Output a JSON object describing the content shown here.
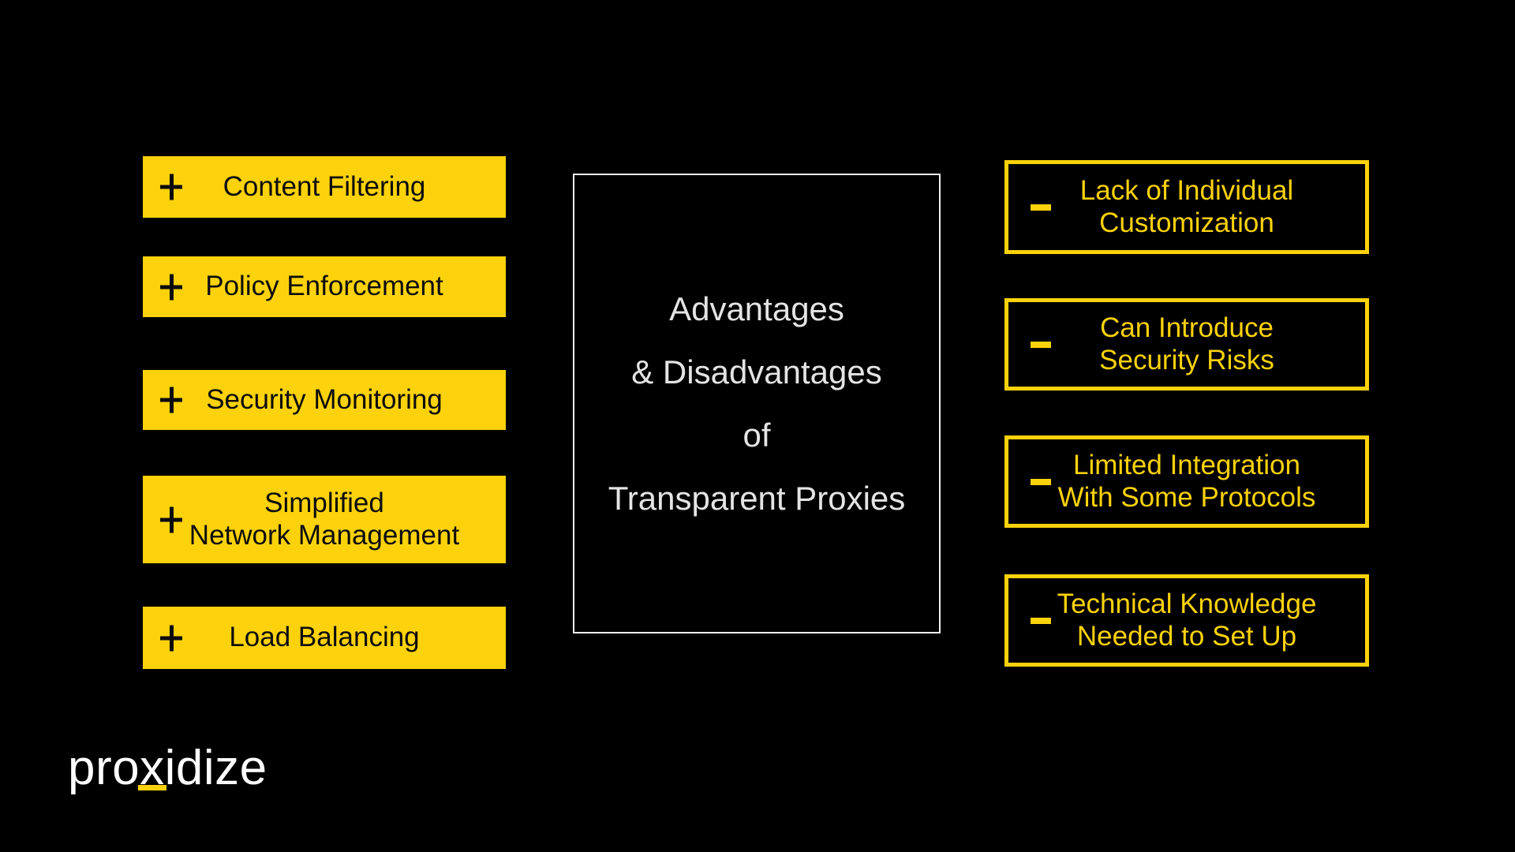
{
  "colors": {
    "background": "#000000",
    "accent_yellow": "#FBD20B",
    "box_text_dark": "#0C0C0C",
    "center_text": "#E4E4E4",
    "center_border": "#F1F1F1",
    "logo_text": "#FFFFFF"
  },
  "center_panel": {
    "lines": [
      "Advantages",
      "& Disadvantages",
      "of",
      "Transparent Proxies"
    ]
  },
  "advantages": [
    {
      "icon": "plus-icon",
      "label": "Content Filtering"
    },
    {
      "icon": "plus-icon",
      "label": "Policy Enforcement"
    },
    {
      "icon": "plus-icon",
      "label": "Security Monitoring"
    },
    {
      "icon": "plus-icon",
      "label": "Simplified\nNetwork Management"
    },
    {
      "icon": "plus-icon",
      "label": "Load Balancing"
    }
  ],
  "disadvantages": [
    {
      "icon": "minus-icon",
      "label": "Lack of Individual\nCustomization"
    },
    {
      "icon": "minus-icon",
      "label": "Can Introduce\nSecurity Risks"
    },
    {
      "icon": "minus-icon",
      "label": "Limited Integration\nWith Some Protocols"
    },
    {
      "icon": "minus-icon",
      "label": "Technical Knowledge\nNeeded to Set Up"
    }
  ],
  "logo": {
    "prefix": "pro",
    "underlined": "x",
    "suffix": "idize"
  }
}
